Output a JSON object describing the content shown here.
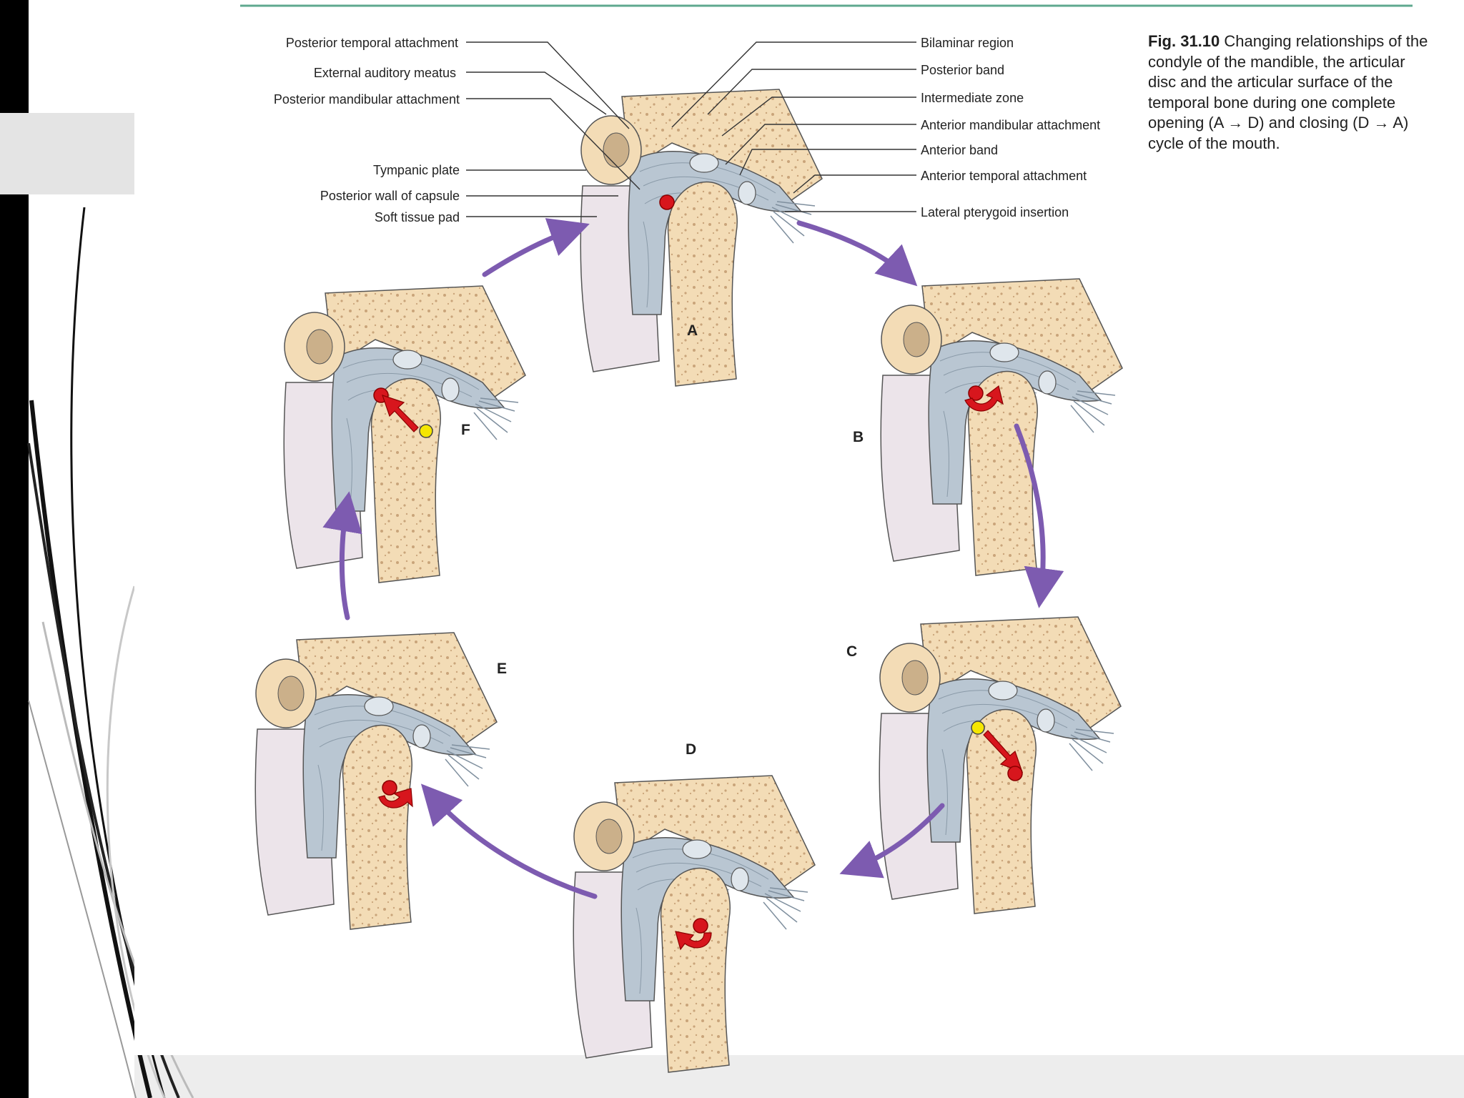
{
  "figure": {
    "number": "Fig. 31.10",
    "caption": "Changing relationships of the condyle of the mandible, the articular disc and the articular surface of the temporal bone during one complete opening (A → D) and closing (D → A) cycle of the mouth."
  },
  "labels_left": [
    "Posterior temporal attachment",
    "External auditory meatus",
    "Posterior mandibular attachment",
    "Tympanic plate",
    "Posterior wall of capsule",
    "Soft tissue pad"
  ],
  "labels_right": [
    "Bilaminar region",
    "Posterior band",
    "Intermediate zone",
    "Anterior mandibular attachment",
    "Anterior band",
    "Anterior temporal attachment",
    "Lateral pterygoid insertion"
  ],
  "panels": [
    "A",
    "B",
    "C",
    "D",
    "E",
    "F"
  ],
  "colors": {
    "bone": "#f3dcb6",
    "bone_dots": "#c9a47a",
    "ligament": "#b9c6d2",
    "soft_tissue": "#ece4ea",
    "cycle_arrow": "#7d5bb0",
    "condyle_marker": "#d7161d",
    "start_marker": "#f5e600",
    "rule": "#5fa88f",
    "sidebar_dark": "#000000",
    "sidebar_light": "#e4e4e4"
  }
}
